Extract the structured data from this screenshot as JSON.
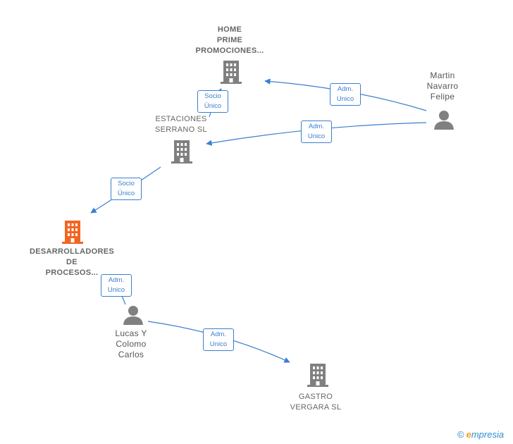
{
  "nodes": {
    "home_prime": {
      "label": [
        "HOME",
        "PRIME",
        "PROMOCIONES..."
      ]
    },
    "estaciones": {
      "label": [
        "ESTACIONES",
        "SERRANO SL"
      ]
    },
    "desarrolladores": {
      "label": [
        "DESARROLLADORES",
        "DE",
        "PROCESOS..."
      ]
    },
    "gastro": {
      "label": [
        "GASTRO",
        "VERGARA SL"
      ]
    },
    "martin": {
      "label": [
        "Martin",
        "Navarro",
        "Felipe"
      ]
    },
    "lucas": {
      "label": [
        "Lucas Y",
        "Colomo",
        "Carlos"
      ]
    }
  },
  "edges": [
    {
      "id": "e1",
      "from": "estaciones",
      "to": "home_prime",
      "label": [
        "Socio",
        "Único"
      ]
    },
    {
      "id": "e2",
      "from": "martin",
      "to": "home_prime",
      "label": [
        "Adm.",
        "Unico"
      ]
    },
    {
      "id": "e3",
      "from": "martin",
      "to": "estaciones",
      "label": [
        "Adm.",
        "Unico"
      ]
    },
    {
      "id": "e4",
      "from": "estaciones",
      "to": "desarrolladores",
      "label": [
        "Socio",
        "Único"
      ]
    },
    {
      "id": "e5",
      "from": "lucas",
      "to": "desarrolladores",
      "label": [
        "Adm.",
        "Unico"
      ]
    },
    {
      "id": "e6",
      "from": "lucas",
      "to": "gastro",
      "label": [
        "Adm.",
        "Unico"
      ]
    }
  ],
  "colors": {
    "edge": "#3a7fd0",
    "company": "#808080",
    "highlight": "#f26522",
    "person": "#808080"
  },
  "brand": {
    "copyright": "©",
    "first_letter": "e",
    "rest": "mpresia"
  }
}
